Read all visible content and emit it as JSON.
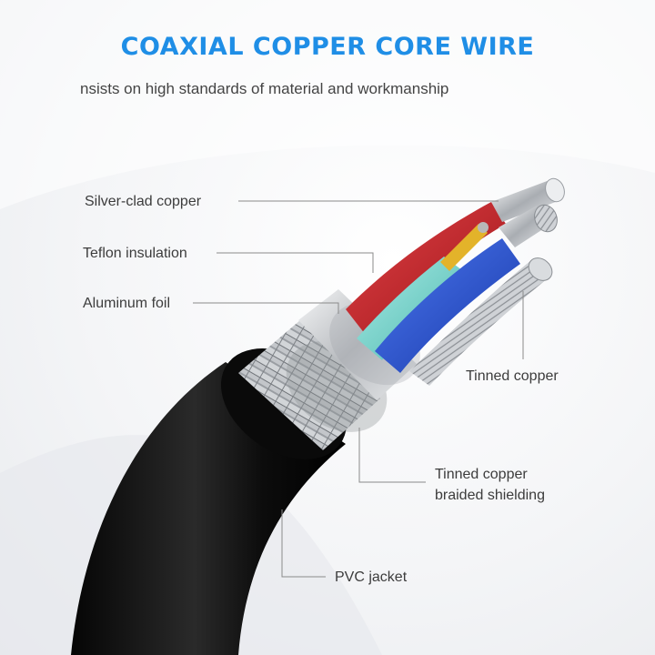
{
  "header": {
    "title": "COAXIAL COPPER CORE WIRE",
    "subtitle": "nsists on high standards of material and workmanship"
  },
  "labels": {
    "silver_clad_copper": "Silver-clad copper",
    "teflon_insulation": "Teflon insulation",
    "aluminum_foil": "Aluminum foil",
    "tinned_copper": "Tinned copper",
    "braided_line1": "Tinned copper",
    "braided_line2": "braided shielding",
    "pvc_jacket": "PVC jacket"
  },
  "colors": {
    "title_blue": "#1f8ee6",
    "jacket": "#141414",
    "braid": "#b9bcc0",
    "foil": "#d6d8db",
    "red_insulation": "#c8252a",
    "aqua_insulation": "#7fd6cf",
    "blue_insulation": "#2650d4",
    "gold_conductor": "#e3b32a"
  }
}
